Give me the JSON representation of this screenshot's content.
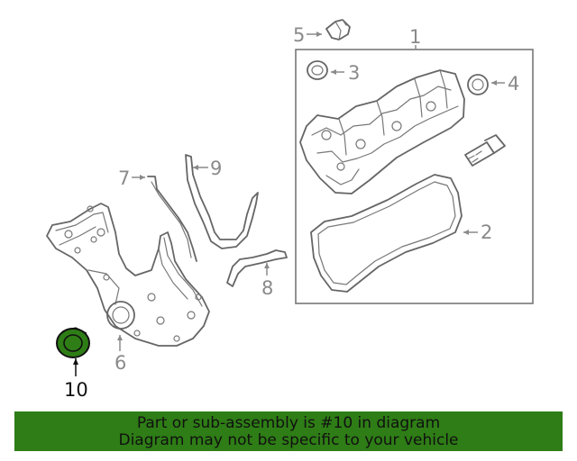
{
  "callouts": {
    "c1": "1",
    "c2": "2",
    "c3": "3",
    "c4": "4",
    "c5": "5",
    "c6": "6",
    "c7": "7",
    "c8": "8",
    "c9": "9",
    "c10": "10"
  },
  "highlight_color": "#2e7d16",
  "banner": {
    "line1": "Part or sub-assembly is #10 in diagram",
    "line2": "Diagram may not be specific to your vehicle"
  }
}
